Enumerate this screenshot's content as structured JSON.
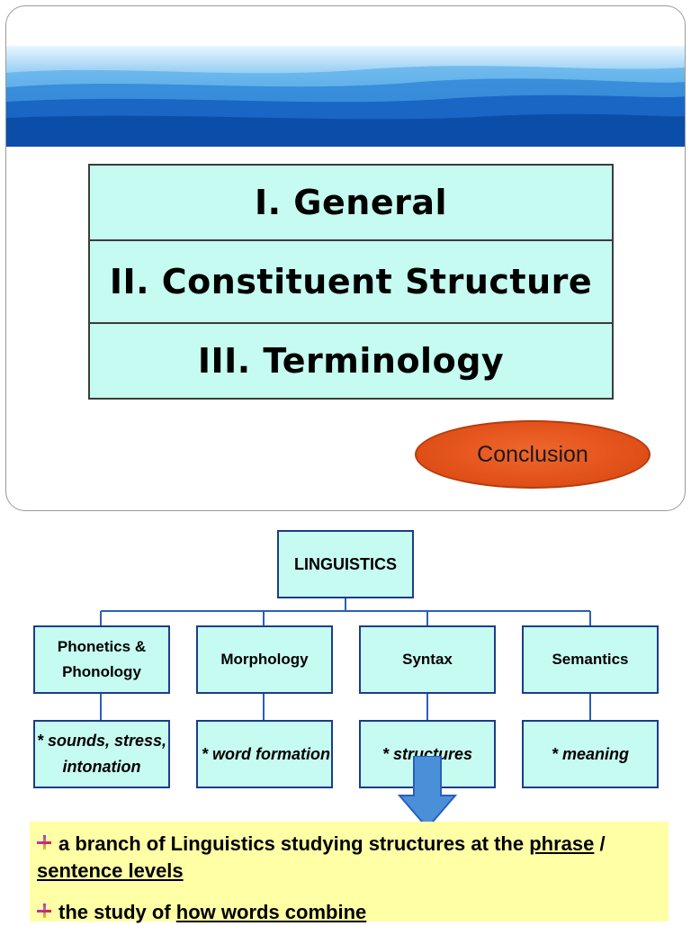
{
  "slide1": {
    "menu": [
      {
        "label": "I. General"
      },
      {
        "label": "II. Constituent Structure"
      },
      {
        "label": "III. Terminology"
      }
    ],
    "conclusion_label": "Conclusion",
    "colors": {
      "box_fill": "#c6fbf1",
      "button_fill": "#e0531b",
      "banner": "#1b66c9"
    }
  },
  "slide2": {
    "root": {
      "label": "LINGUISTICS"
    },
    "branches": [
      {
        "label": "Phonetics & Phonology",
        "desc": "* sounds, stress, intonation"
      },
      {
        "label": "Morphology",
        "desc": "* word formation"
      },
      {
        "label": "Syntax",
        "desc": "* structures"
      },
      {
        "label": "Semantics",
        "desc": "* meaning"
      }
    ],
    "notes": {
      "line1_pre": "a branch of Linguistics studying structures at the",
      "line1_u1": "phrase",
      "line1_sep": " / ",
      "line1_u2": "sentence levels",
      "line2_pre": "the study of",
      "line2_u": "how words combine"
    },
    "icons": {
      "arrow": "down-arrow-icon",
      "bullet": "cross-bullet-icon"
    },
    "colors": {
      "box_fill": "#c6fbf1",
      "box_border": "#1e3b8c",
      "note_bg": "#ffffa6",
      "arrow": "#4a90d9"
    }
  }
}
